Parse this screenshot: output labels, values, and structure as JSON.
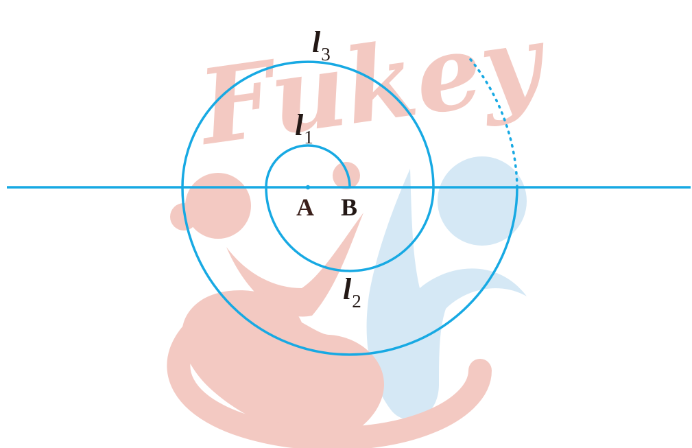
{
  "colors": {
    "line": "#17a9e3",
    "text": "#231815",
    "watermark_red": "#f3c9c2",
    "watermark_blue": "#d5e8f5"
  },
  "watermark": {
    "text": "Fukey"
  },
  "labels": {
    "l3": {
      "main": "l",
      "sub": "3"
    },
    "l1": {
      "main": "l",
      "sub": "1"
    },
    "l2": {
      "main": "l",
      "sub": "2"
    },
    "point_a": "A",
    "point_b": "B"
  }
}
